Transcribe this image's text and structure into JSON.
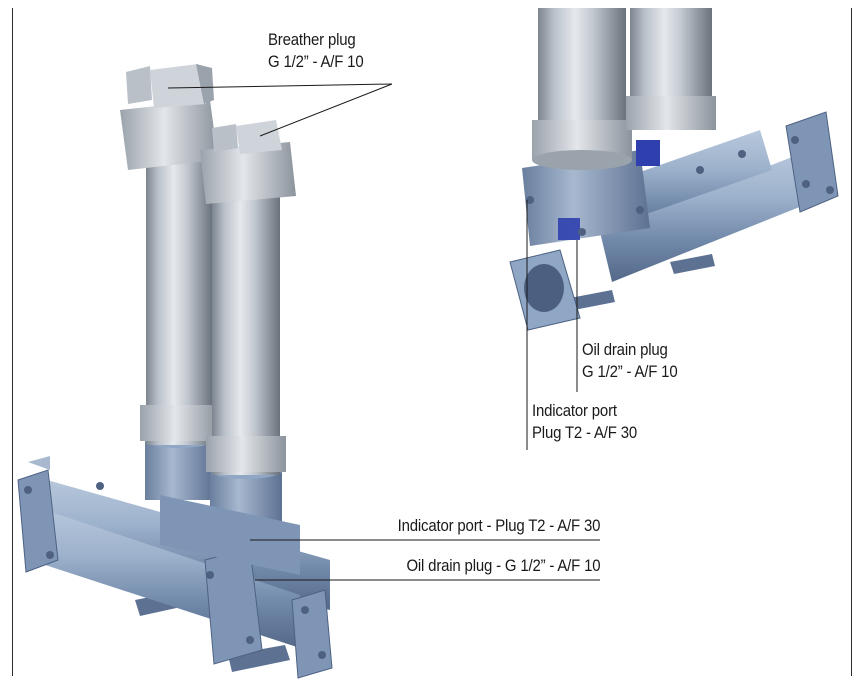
{
  "callouts": {
    "breather": {
      "line1": "Breather plug",
      "line2": "G 1/2” - A/F 10"
    },
    "indicator_left": {
      "text": "Indicator port - Plug T2 - A/F 30"
    },
    "drain_left": {
      "text": "Oil drain plug - G 1/2” - A/F 10"
    },
    "drain_right": {
      "line1": "Oil drain plug",
      "line2": "G 1/2” - A/F 10"
    },
    "indicator_right": {
      "line1": "Indicator port",
      "line2": "Plug T2 - A/F 30"
    }
  },
  "colors": {
    "metal_light": "#dfe3e8",
    "metal_mid": "#a9b1bb",
    "metal_dark": "#6d7681",
    "steel_blue": "#8fa6c4",
    "steel_blue_dark": "#5d7596",
    "label_blue": "#2f3fae"
  }
}
